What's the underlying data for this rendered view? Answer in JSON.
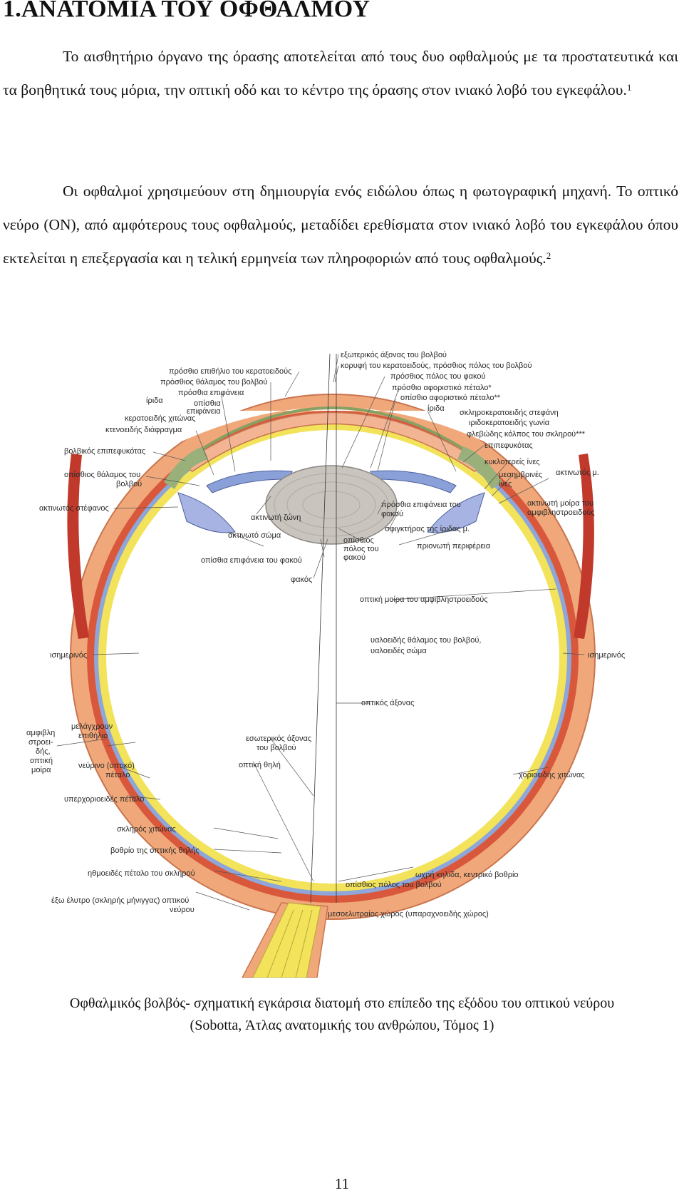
{
  "heading": "1.ΑΝΑΤΟΜΙΑ ΤΟΥ ΟΦΘΑΛΜΟΥ",
  "paragraph1": {
    "text": "Το αισθητήριο όργανο της όρασης αποτελείται από τους δυο οφθαλμούς με τα προστατευτικά και τα βοηθητικά τους μόρια, την οπτική οδό και το κέντρο της όρασης στον ινιακό λοβό του εγκεφάλου.",
    "footnote": "1"
  },
  "paragraph2": {
    "text": "Οι οφθαλμοί χρησιμεύουν στη δημιουργία ενός ειδώλου όπως η φωτογραφική μηχανή. Το οπτικό νεύρο (ΟΝ), από αμφότερους τους οφθαλμούς, μεταδίδει ερεθίσματα στον ινιακό λοβό του εγκεφάλου όπου εκτελείται η επεξεργασία και η τελική ερμηνεία των πληροφοριών από τους οφθαλμούς.",
    "footnote": "2"
  },
  "diagram_labels": {
    "external_axis": "εξωτερικός άξονας του βολβού",
    "corneal_vertex": "κορυφή του κερατοειδούς, πρόσθιος πόλος του βολβού",
    "anterior_pole_lens": "πρόσθιος πόλος του φακού",
    "anterior_epithelium": "πρόσθιο επιθήλιο του κερατοειδούς",
    "anterior_chamber": "πρόσθιος θάλαμος του βολβού",
    "iris_anterior_surface": "πρόσθια επιφάνεια",
    "iris": "ίριδα",
    "iris_posterior": "οπίσθια",
    "iris_posterior2": "επιφάνεια",
    "cornea": "κερατοειδής χιτώνας",
    "ciliary_diaphragm": "κτενοειδής διάφραγμα",
    "anterior_limiting_lamina": "πρόσθιο αφοριστικό πέταλο*",
    "posterior_limiting_lamina": "οπίσθιο αφοριστικό πέταλο**",
    "iris_right": "ίριδα",
    "sclerocorneal_ring": "σκληροκερατοειδής στεφάνη",
    "iridocorneal_angle": "ιριδοκερατοειδής γωνία",
    "venous_sinus": "φλεβώδης κόλπος του σκληρού***",
    "conjunctiva": "βολβικός επιπεφυκότας",
    "conjunctiva_right": "επιπεφυκότας",
    "posterior_chamber": "οπίσθιος θάλαμος του",
    "posterior_chamber2": "βολβού",
    "circular_fibers": "κυκλοτερείς ίνες",
    "meridional_fibers": "μεσημβρινές",
    "meridional_fibers2": "ίνες",
    "ciliary_muscle": "ακτινωτός μ.",
    "ciliary_crown": "ακτινωτός στέφανος",
    "ciliary_zone": "ακτινωτή ζώνη",
    "iris_anterior_surface_r": "πρόσθια επιφάνεια του",
    "iris_anterior_surface_r2": "φακού",
    "ciliary_part_retina": "ακτινωτή μοίρα του",
    "ciliary_part_retina2": "αμφιβληστροειδούς",
    "ciliary_body": "ακτινωτό σώμα",
    "sphincter": "σφιγκτήρας της ίριδας μ.",
    "posterior_pole_lens": "οπίσθιος",
    "posterior_pole_lens2": "πόλος του",
    "posterior_pole_lens3": "φακού",
    "serrated_margin": "πριονωτή περιφέρεια",
    "posterior_surface_lens": "οπίσθια επιφάνεια του φακού",
    "lens": "φακός",
    "optic_part_retina": "οπτική μοίρα του αμφιβληστροειδούς",
    "vitreous_chamber": "υαλοειδής θάλαμος του βολβού,",
    "vitreous_body": "υαλοειδές σώμα",
    "equator_left": "ισημερινός",
    "equator_right": "ισημερινός",
    "optic_axis": "οπτικός άξονας",
    "internal_axis": "εσωτερικός άξονας",
    "internal_axis2": "του βολβού",
    "retina_label1": "αμφιβλη",
    "retina_label2": "στροει-",
    "retina_label3": "δής,",
    "retina_label4": "οπτική",
    "retina_label5": "μοίρα",
    "pigment_epithelium": "μελάγχρουν",
    "pigment_epithelium2": "επιθήλιο",
    "neural_layer": "νεύρινο (οπτικό)",
    "neural_layer2": "πέταλο",
    "optic_papilla": "οπτική θηλή",
    "choroid": "χοριοειδής χιτώνας",
    "suprachoroid": "υπερχοριοειδές πέταλο",
    "sclera": "σκληρός χιτώνας",
    "optic_disc_pit": "βοθρίο της οπτικής θηλής",
    "lamina_cribrosa": "ηθμοειδές πέταλο του σκληρού",
    "macula": "ωχρή κηλίδα, κεντρικό βοθρίο",
    "posterior_pole": "οπίσθιος πόλος του βολβού",
    "outer_sheath": "έξω έλυτρο (σκληρής μήνιγγας) οπτικού",
    "outer_sheath2": "νεύρου",
    "intervaginal_space": "μεσοελυτραίος χώρος (υπαραχνοειδής χώρος)"
  },
  "caption_line1": "Οφθαλμικός βολβός- σχηματική εγκάρσια διατομή στο επίπεδο της εξόδου του οπτικού νεύρου",
  "caption_line2": "(Sobotta, Άτλας ανατομικής του ανθρώπου, Τόμος 1)",
  "page_number": "11",
  "colors": {
    "sclera_outer": "#f0a87a",
    "choroid": "#d9583c",
    "retina": "#f2e35a",
    "vitreous": "#ffffff",
    "lens": "#c9c4bd",
    "iris": "#8aa0d8",
    "muscle": "#c0392b",
    "conjunctiva": "#9ab07a"
  }
}
